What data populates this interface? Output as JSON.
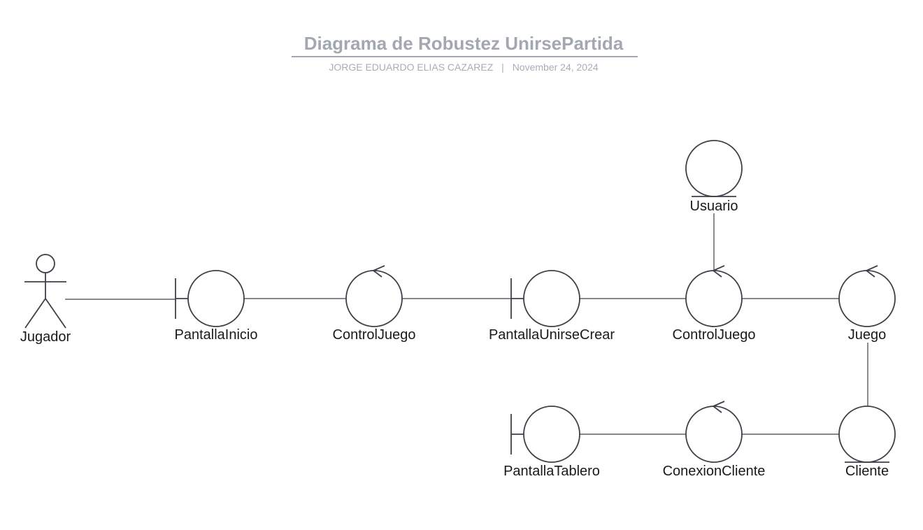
{
  "header": {
    "title": "Diagrama de Robustez UnirsePartida",
    "author": "JORGE EDUARDO ELIAS CAZAREZ",
    "separator": "|",
    "date": "November 24, 2024"
  },
  "colors": {
    "stroke": "#3c4048",
    "title": "#a3a8b0",
    "subtitle": "#a8adb5",
    "label": "#1a1a1a"
  },
  "nodes": [
    {
      "id": "jugador",
      "type": "actor",
      "label": "Jugador"
    },
    {
      "id": "pantalla-inicio",
      "type": "boundary",
      "label": "PantallaInicio"
    },
    {
      "id": "control-juego-1",
      "type": "control",
      "label": "ControlJuego"
    },
    {
      "id": "pantalla-unirse-crear",
      "type": "boundary",
      "label": "PantallaUnirseCrear"
    },
    {
      "id": "control-juego-2",
      "type": "control",
      "label": "ControlJuego"
    },
    {
      "id": "usuario",
      "type": "entity",
      "label": "Usuario"
    },
    {
      "id": "juego",
      "type": "control",
      "label": "Juego"
    },
    {
      "id": "cliente",
      "type": "entity",
      "label": "Cliente"
    },
    {
      "id": "conexion-cliente",
      "type": "control",
      "label": "ConexionCliente"
    },
    {
      "id": "pantalla-tablero",
      "type": "boundary",
      "label": "PantallaTablero"
    }
  ],
  "edges": [
    {
      "from": "jugador",
      "to": "pantalla-inicio"
    },
    {
      "from": "pantalla-inicio",
      "to": "control-juego-1"
    },
    {
      "from": "control-juego-1",
      "to": "pantalla-unirse-crear"
    },
    {
      "from": "pantalla-unirse-crear",
      "to": "control-juego-2"
    },
    {
      "from": "usuario",
      "to": "control-juego-2"
    },
    {
      "from": "control-juego-2",
      "to": "juego"
    },
    {
      "from": "juego",
      "to": "cliente"
    },
    {
      "from": "cliente",
      "to": "conexion-cliente"
    },
    {
      "from": "conexion-cliente",
      "to": "pantalla-tablero"
    }
  ]
}
